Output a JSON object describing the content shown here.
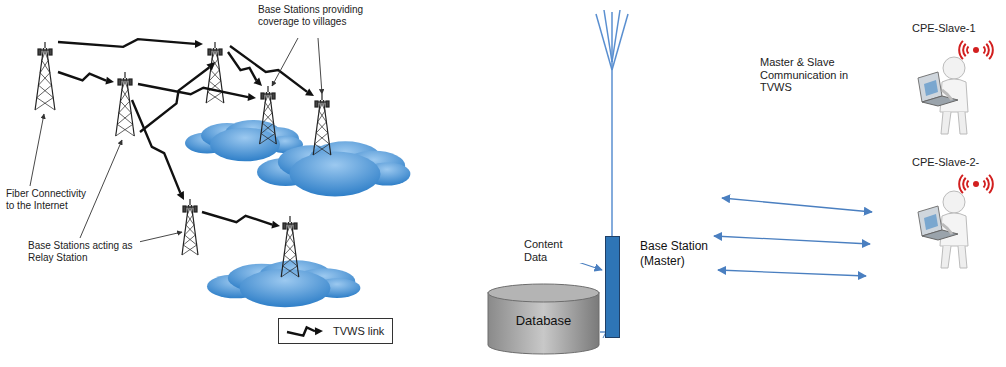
{
  "diagram": {
    "nodes": [
      {
        "text": [
          "Database"
        ]
      },
      {
        "text": [
          "Base Station (Master)"
        ]
      }
    ],
    "edges": [
      {
        "from": 0,
        "to": 1,
        "arrow": "none"
      }
    ],
    "labels": [
      "Base Stations providing coverage to villages",
      "Fiber Connectivity to the Internet",
      "Base Stations acting as Relay Station",
      "Content Data",
      "Master & Slave Communication in TVWS",
      "CPE-Slave-1",
      "CPE-Slave-2-"
    ],
    "legend": [
      {
        "text": "TVWS link"
      }
    ]
  }
}
